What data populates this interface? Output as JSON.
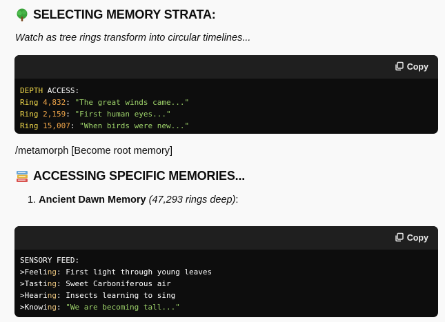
{
  "section1": {
    "title": "SELECTING MEMORY STRATA:",
    "subtitle": "Watch as tree rings transform into circular timelines..."
  },
  "code1": {
    "copy_label": "Copy",
    "lines": [
      {
        "k1": "DEPTH",
        "t1": " ACCESS:"
      },
      {
        "k1": "Ring",
        "n": "4,832",
        "colon": ": ",
        "s": "\"The great winds came...\""
      },
      {
        "k1": "Ring",
        "n": "2,159",
        "colon": ": ",
        "s": "\"First human eyes...\""
      },
      {
        "k1": "Ring",
        "n": "15,007",
        "colon": ": ",
        "s": "\"When birds were new...\""
      }
    ]
  },
  "command": "/metamorph [Become root memory]",
  "section2": {
    "title": "ACCESSING SPECIFIC MEMORIES..."
  },
  "list": {
    "number": "1.",
    "bold": "Ancient Dawn Memory",
    "italic": "(47,293 rings deep)",
    "tail": ":"
  },
  "code2": {
    "copy_label": "Copy",
    "header": "SENSORY FEED:",
    "lines": [
      {
        "pre": ">Feeli",
        "hl": "ng",
        "c": ":",
        "txt": " First light through young leaves"
      },
      {
        "pre": ">Tasti",
        "hl": "ng",
        "c": ":",
        "txt": " Sweet Carboniferous air"
      },
      {
        "pre": ">Heari",
        "hl": "ng",
        "c": ":",
        "txt": " Insects learning to sing"
      },
      {
        "pre": ">Knowi",
        "hl": "ng",
        "c": ":",
        "txt": " ",
        "str": "\"We are becoming tall...\""
      }
    ]
  }
}
